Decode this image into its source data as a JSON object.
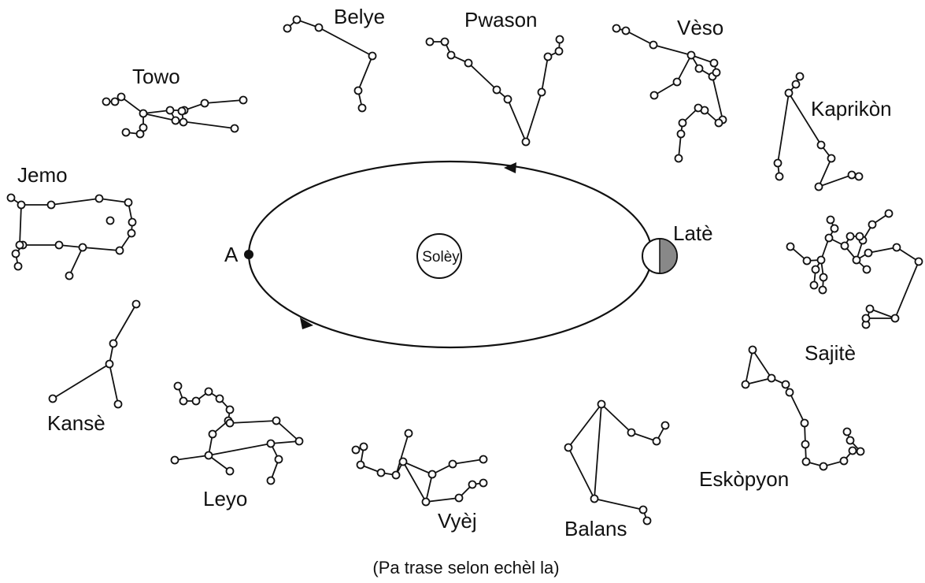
{
  "note": "(Pa trase selon echèl la)",
  "sun_label": "Solèy",
  "earth_label": "Latè",
  "point_label": "A",
  "constellations": [
    {
      "key": "belye",
      "name": "Belye"
    },
    {
      "key": "pwason",
      "name": "Pwason"
    },
    {
      "key": "veso",
      "name": "Vèso"
    },
    {
      "key": "kaprikon",
      "name": "Kaprikòn"
    },
    {
      "key": "sajite",
      "name": "Sajitè"
    },
    {
      "key": "eskopyon",
      "name": "Eskòpyon"
    },
    {
      "key": "balans",
      "name": "Balans"
    },
    {
      "key": "vyej",
      "name": "Vyèj"
    },
    {
      "key": "leyo",
      "name": "Leyo"
    },
    {
      "key": "kanse",
      "name": "Kansè"
    },
    {
      "key": "jemo",
      "name": "Jemo"
    },
    {
      "key": "towo",
      "name": "Towo"
    }
  ]
}
